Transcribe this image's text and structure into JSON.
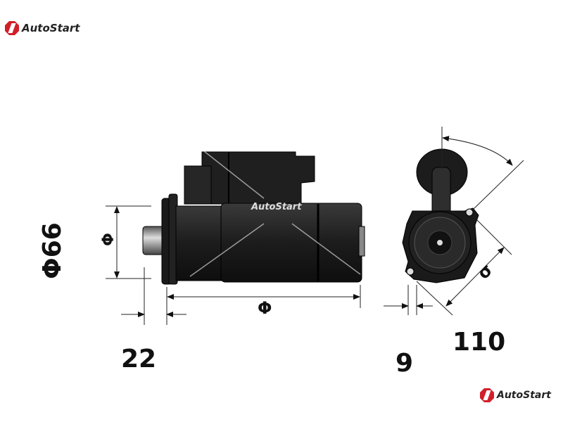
{
  "brand": {
    "logo_text": "AutoStart",
    "accent_color": "#d11f2a"
  },
  "dimensions": {
    "diameter_main": "Φ66",
    "diameter_pilot": "Φ",
    "length_body": "Φ",
    "flange_offset": "22",
    "ear_thickness": "9",
    "mount_distance": "110",
    "mount_angle_symbol": "σ"
  }
}
